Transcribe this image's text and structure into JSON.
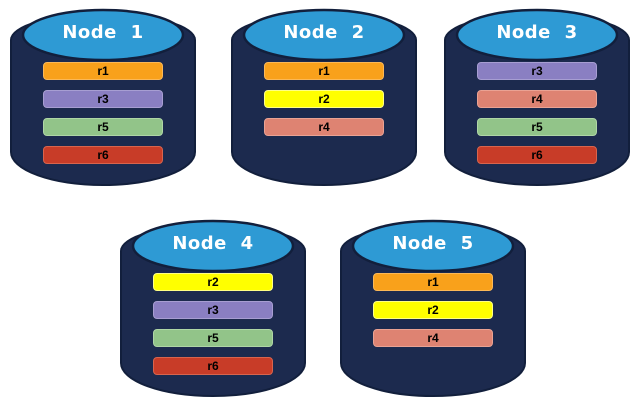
{
  "diagram": {
    "nodes": [
      {
        "label": "Node 1",
        "replicas": [
          "r1",
          "r3",
          "r5",
          "r6"
        ]
      },
      {
        "label": "Node 2",
        "replicas": [
          "r1",
          "r2",
          "r4"
        ]
      },
      {
        "label": "Node 3",
        "replicas": [
          "r3",
          "r4",
          "r5",
          "r6"
        ]
      },
      {
        "label": "Node 4",
        "replicas": [
          "r2",
          "r3",
          "r5",
          "r6"
        ]
      },
      {
        "label": "Node 5",
        "replicas": [
          "r1",
          "r2",
          "r4"
        ]
      }
    ],
    "replica_colors": {
      "r1": {
        "fill": "#F9A11B",
        "border": "#FBB857"
      },
      "r2": {
        "fill": "#FFFF00",
        "border": "#FFFF85"
      },
      "r3": {
        "fill": "#8A7FC2",
        "border": "#A79ED2"
      },
      "r4": {
        "fill": "#DE8372",
        "border": "#EAA293"
      },
      "r5": {
        "fill": "#92C489",
        "border": "#AFD6A6"
      },
      "r6": {
        "fill": "#C83C28",
        "border": "#D8644D"
      }
    },
    "cylinder": {
      "body_color": "#1C2A4E",
      "top_color": "#2E9AD4",
      "outline_color": "#121F3C",
      "label_color": "#FFFFFF",
      "replica_text_color": "#000000"
    }
  }
}
